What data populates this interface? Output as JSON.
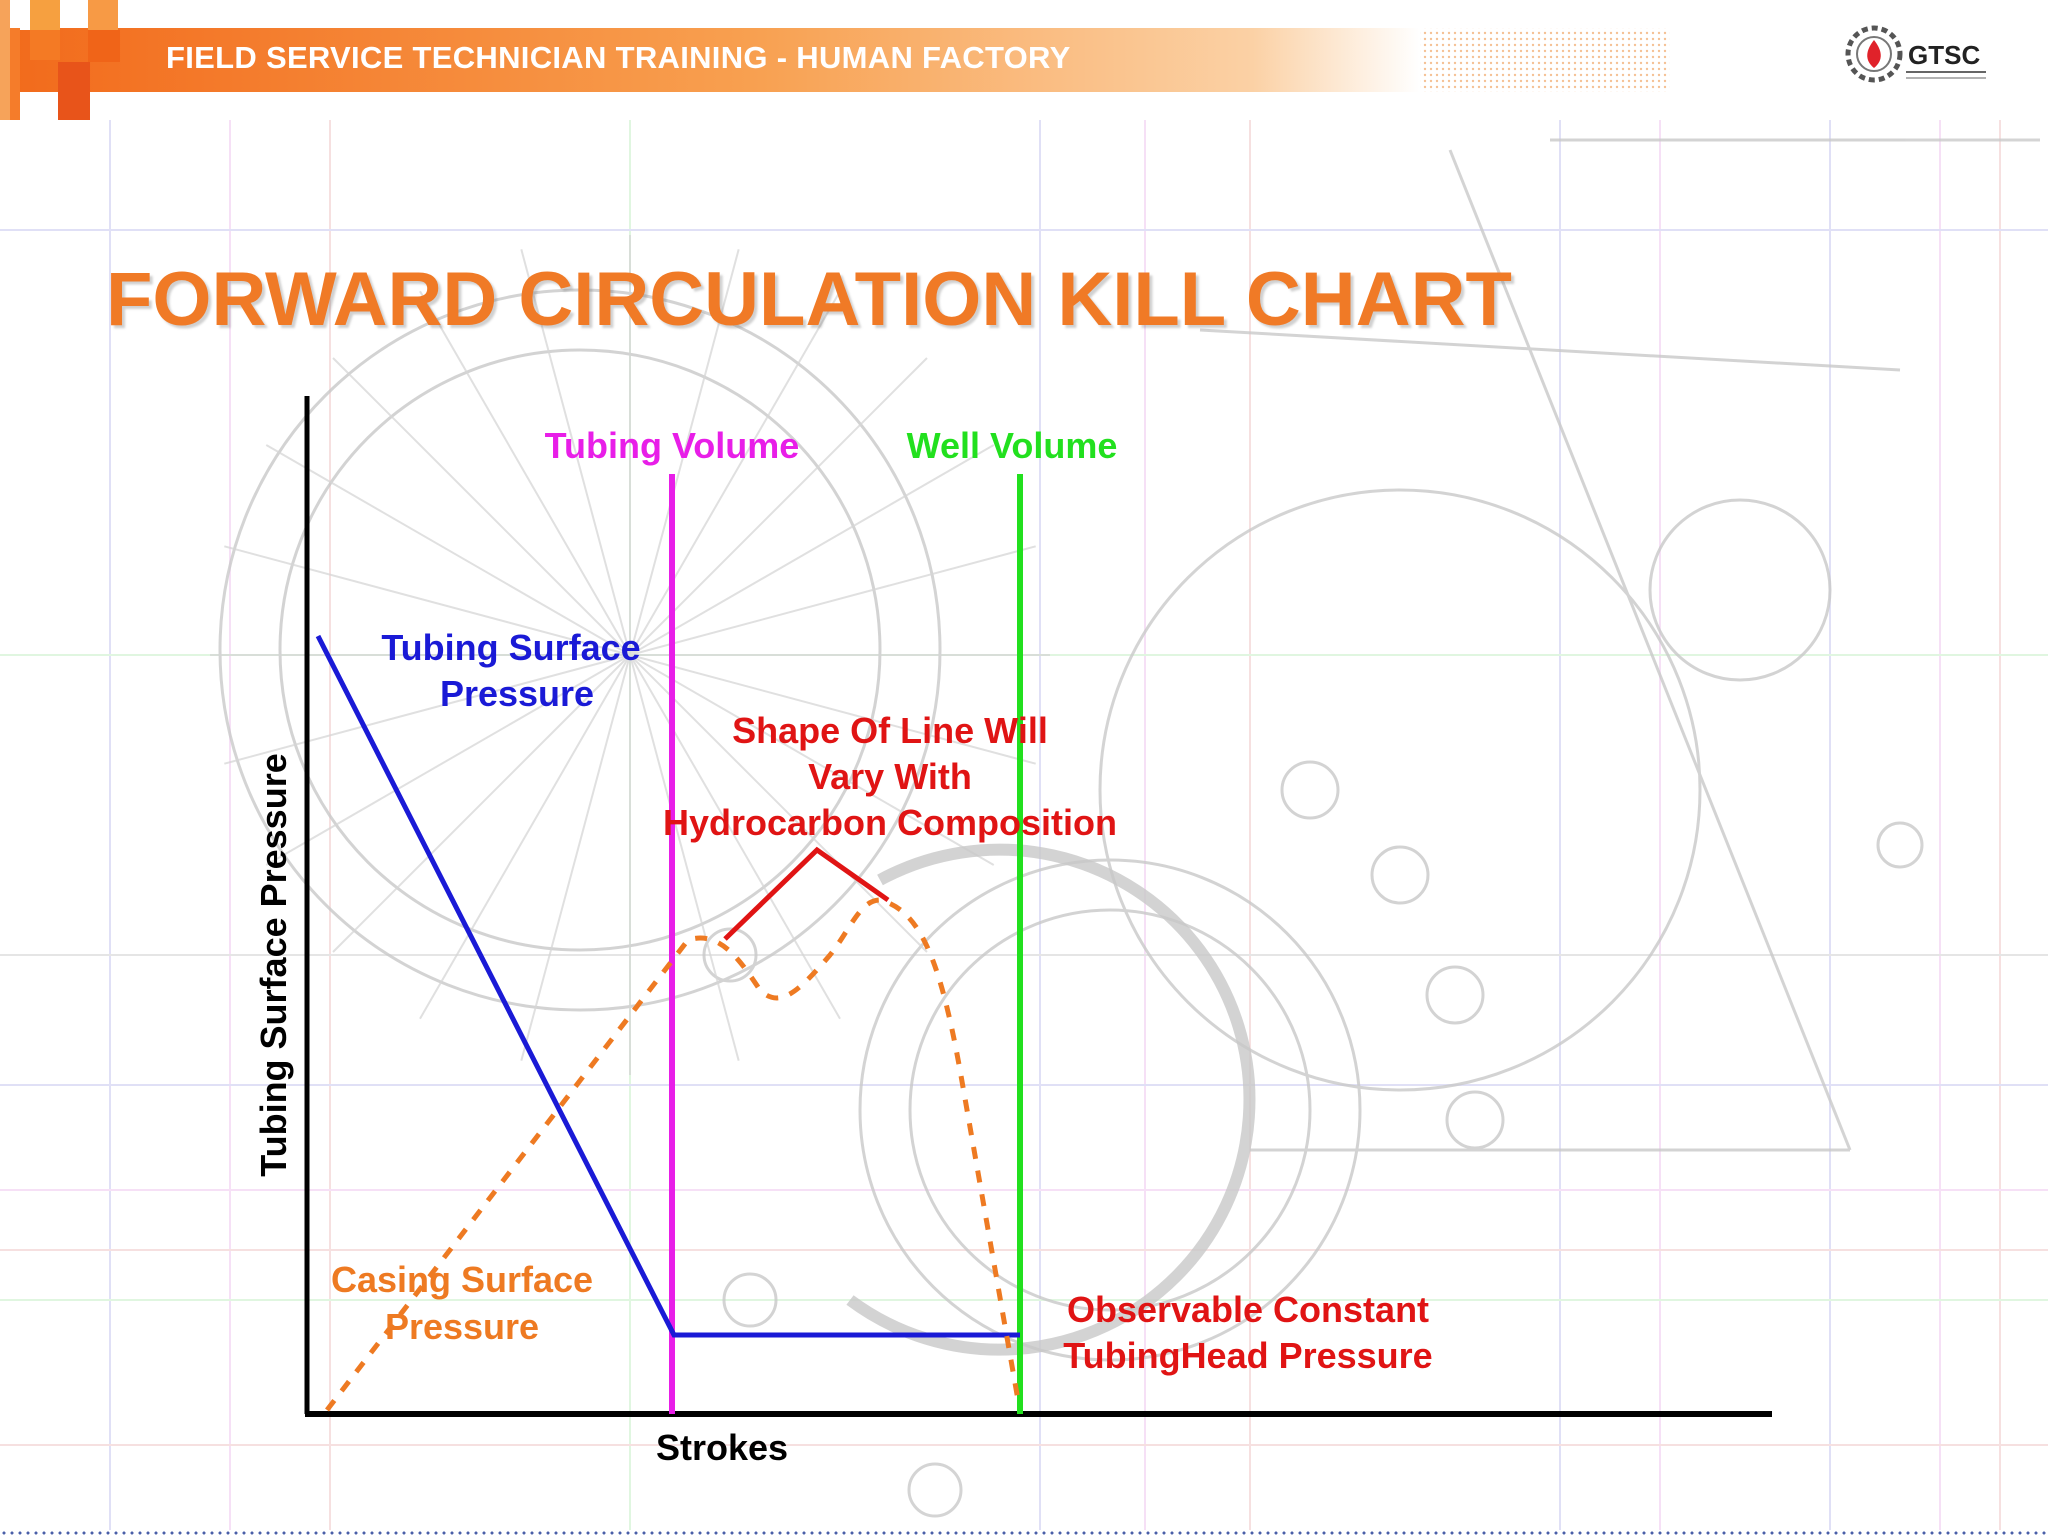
{
  "header": {
    "title": "FIELD SERVICE TECHNICIAN TRAINING - HUMAN FACTORY",
    "logo_text": "GTSC"
  },
  "slide_title": "FORWARD CIRCULATION KILL CHART",
  "diagram": {
    "y_axis_label": "Tubing Surface Pressure",
    "x_axis_label": "Strokes",
    "markers": {
      "tubing_volume": "Tubing Volume",
      "well_volume": "Well Volume"
    },
    "curves": {
      "tubing_surface_pressure": [
        "Tubing Surface",
        "Pressure"
      ],
      "casing_surface_pressure": [
        "Casing Surface",
        "Pressure"
      ]
    },
    "annotations": {
      "shape_note": [
        "Shape Of Line Will",
        "Vary With",
        "Hydrocarbon Composition"
      ],
      "constant_note": [
        "Observable Constant",
        "TubingHead Pressure"
      ]
    }
  },
  "colors": {
    "accent_orange": "#f07a26",
    "tubing_volume": "#e81ee8",
    "well_volume": "#22e01e",
    "tubing_pressure": "#1a1ad6",
    "casing_pressure": "#ee7a22",
    "annotation_red": "#e01414",
    "axis": "#000000"
  },
  "icons": {
    "logo": "gear-flame-logo-icon"
  }
}
